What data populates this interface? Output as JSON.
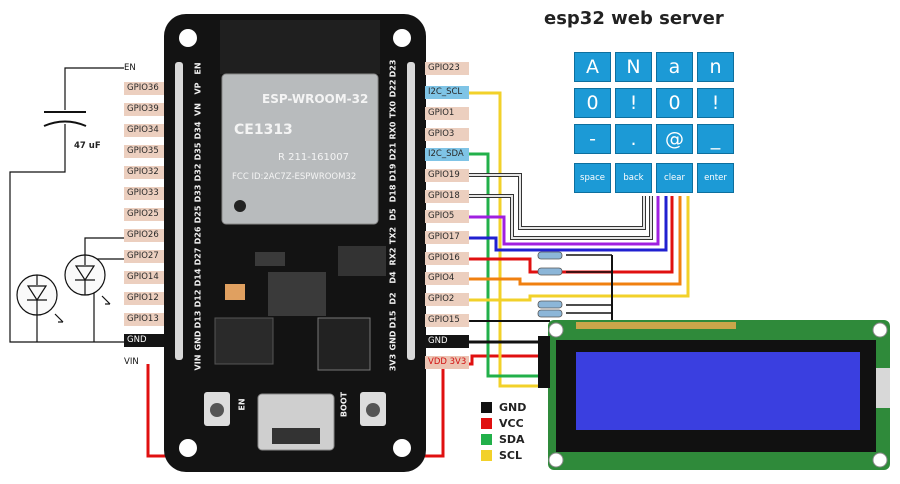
{
  "title": "esp32 web server",
  "keypad": {
    "rows": [
      [
        "A",
        "N",
        "a",
        "n"
      ],
      [
        "0",
        "!",
        "0",
        "!"
      ],
      [
        "-",
        ".",
        "@",
        "_"
      ],
      [
        "space",
        "back",
        "clear",
        "enter"
      ]
    ]
  },
  "left_labels": [
    "EN",
    "GPIO36",
    "GPIO39",
    "GPIO34",
    "GPIO35",
    "GPIO32",
    "GPIO33",
    "GPIO25",
    "GPIO26",
    "GPIO27",
    "GPIO14",
    "GPIO12",
    "GPIO13",
    "GND",
    "VIN"
  ],
  "right_labels": [
    "GPIO23",
    "I2C_SCL",
    "GPIO1",
    "GPIO3",
    "I2C_SDA",
    "GPIO19",
    "GPIO18",
    "GPIO5",
    "GPIO17",
    "GPIO16",
    "GPIO4",
    "GPIO2",
    "GPIO15",
    "GND",
    "VDD 3V3"
  ],
  "capacitor_label": "47 uF",
  "chip": {
    "model": "ESP-WROOM-32",
    "ce": "CE1313",
    "r": "R  211-161007",
    "fcc": "FCC ID:2AC7Z-ESPWROOM32"
  },
  "board_left_pins": [
    "EN",
    "VP",
    "VN",
    "D34",
    "D35",
    "D32",
    "D33",
    "D25",
    "D26",
    "D27",
    "D14",
    "D12",
    "D13",
    "GND",
    "VIN"
  ],
  "board_right_pins": [
    "D23",
    "D22",
    "TX0",
    "RX0",
    "D21",
    "D19",
    "D18",
    "D5",
    "TX2",
    "RX2",
    "D4",
    "D2",
    "D15",
    "GND",
    "3V3"
  ],
  "buttons": {
    "en": "EN",
    "boot": "BOOT"
  },
  "legend": [
    {
      "label": "GND",
      "color": "#111111"
    },
    {
      "label": "VCC",
      "color": "#e01010"
    },
    {
      "label": "SDA",
      "color": "#22b04a"
    },
    {
      "label": "SCL",
      "color": "#f2d12a"
    }
  ],
  "wire_colors": {
    "gnd": "#111111",
    "vcc": "#e01010",
    "sda": "#22b04a",
    "scl": "#f2d12a",
    "purple": "#a020e0",
    "blue": "#2020d0",
    "orange": "#f08010",
    "white": "#e6e6e6"
  }
}
